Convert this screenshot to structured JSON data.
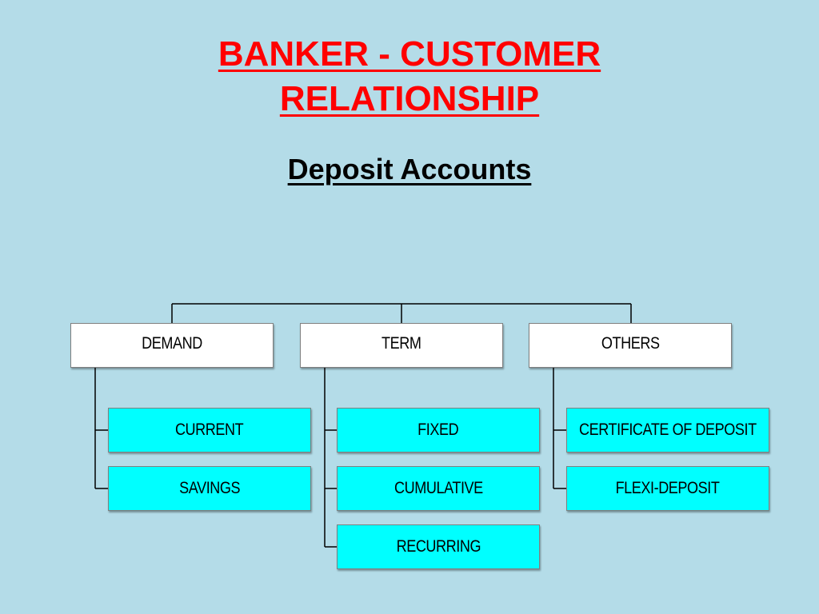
{
  "title": {
    "line1": "BANKER - CUSTOMER",
    "line2": "RELATIONSHIP"
  },
  "subtitle": "Deposit Accounts",
  "categories": [
    {
      "label": "DEMAND",
      "items": [
        "CURRENT",
        "SAVINGS"
      ]
    },
    {
      "label": "TERM",
      "items": [
        "FIXED",
        "CUMULATIVE",
        "RECURRING"
      ]
    },
    {
      "label": "OTHERS",
      "items": [
        "CERTIFICATE OF DEPOSIT",
        "FLEXI-DEPOSIT"
      ]
    }
  ],
  "colors": {
    "background": "#b4dce8",
    "title": "#ff0000",
    "category_box": "#ffffff",
    "item_box": "#00ffff"
  }
}
